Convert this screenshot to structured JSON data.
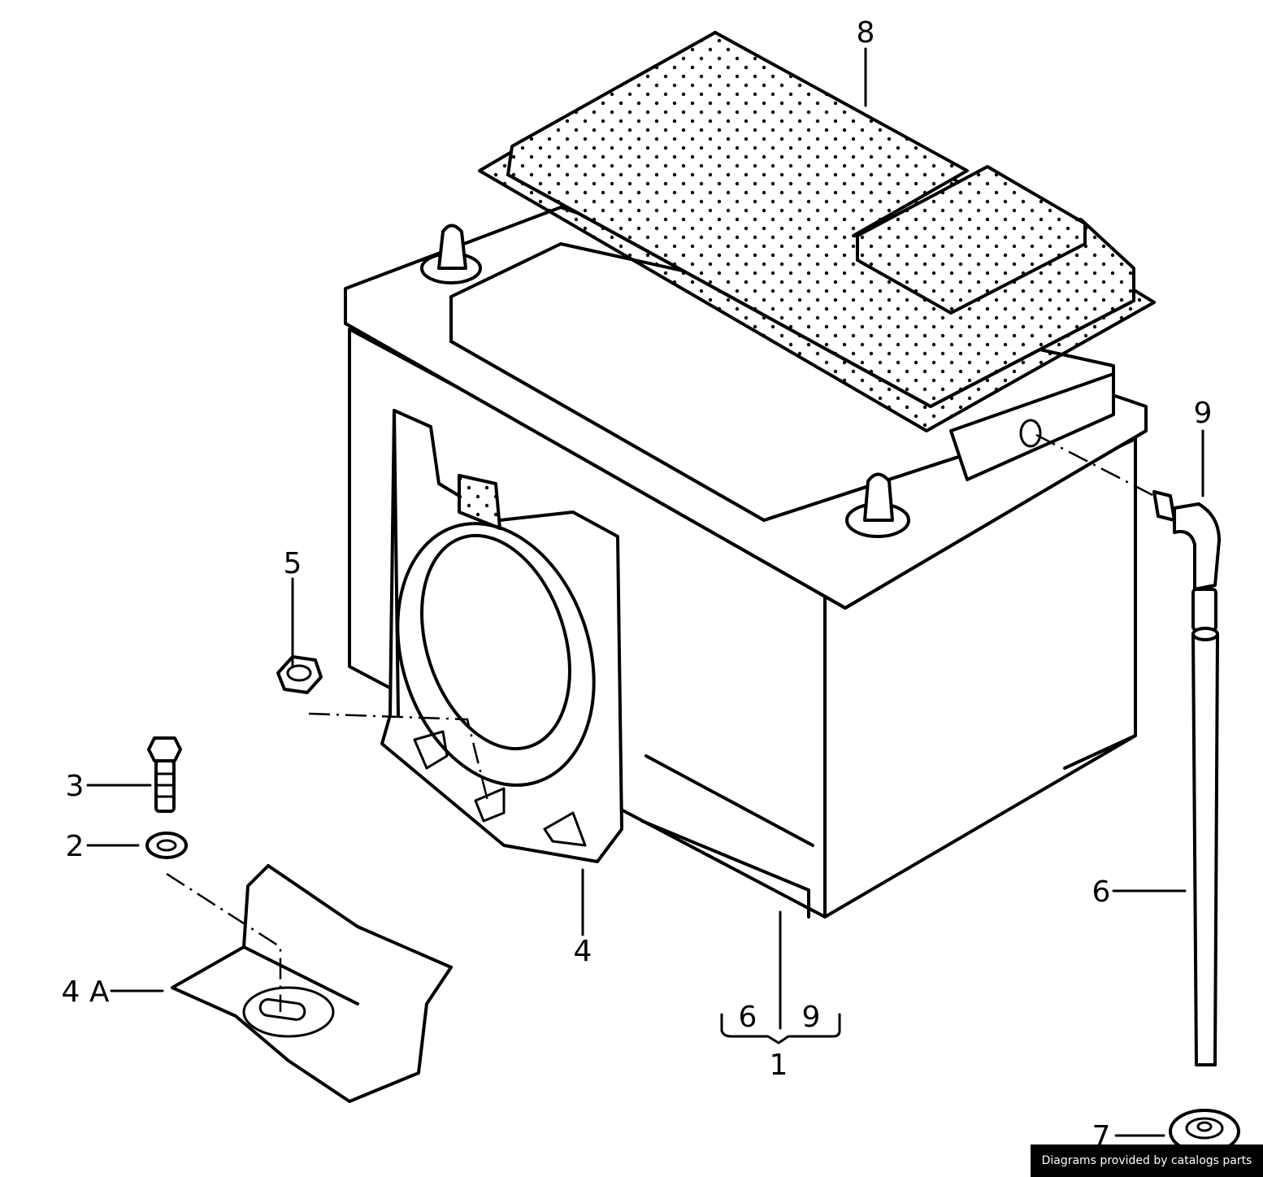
{
  "labels": {
    "p1": "1",
    "p2": "2",
    "p3": "3",
    "p4": "4",
    "p4a": "4 A",
    "p5": "5",
    "p6": "6",
    "p7": "7",
    "p8": "8",
    "p9": "9",
    "sub6": "6",
    "sub9": "9"
  },
  "credit": "Diagrams provided by catalogs parts"
}
